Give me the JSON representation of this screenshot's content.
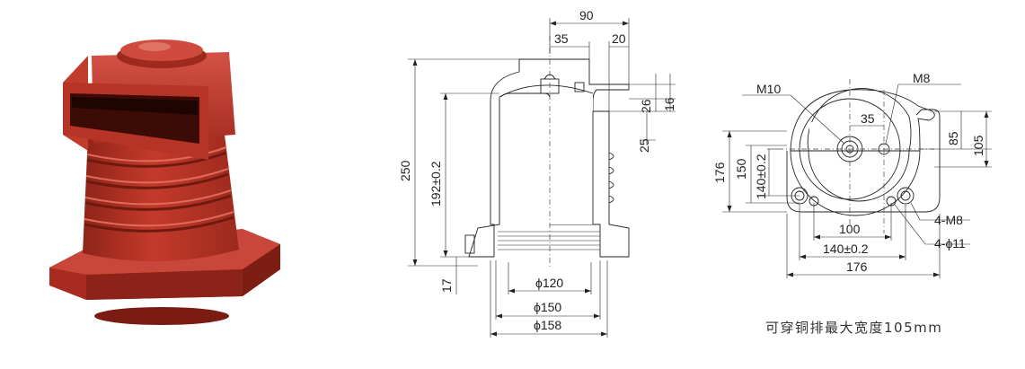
{
  "colors": {
    "insulator": "#b83224",
    "insulator_dark": "#7d1d14",
    "insulator_light": "#d6564a",
    "line": "#222222"
  },
  "photo": {
    "icon": "insulator-bushing-photo"
  },
  "side_view": {
    "dims": {
      "d90": "90",
      "d35": "35",
      "d20": "20",
      "d26": "26",
      "d16": "16",
      "d25": "25",
      "d250": "250",
      "d192": "192±0.2",
      "d17": "17",
      "phi120": "ϕ120",
      "phi150": "ϕ150",
      "phi158": "ϕ158"
    }
  },
  "top_view": {
    "labels": {
      "m10": "M10",
      "m8": "M8",
      "m8x4": "4-M8",
      "phi11x4": "4-ϕ11"
    },
    "dims": {
      "d35": "35",
      "d85": "85",
      "d105": "105",
      "d176v": "176",
      "d150": "150",
      "d140v": "140±0.2",
      "d100": "100",
      "d140h": "140±0.2",
      "d176h": "176"
    }
  },
  "caption": "可穿铜排最大宽度105mm"
}
